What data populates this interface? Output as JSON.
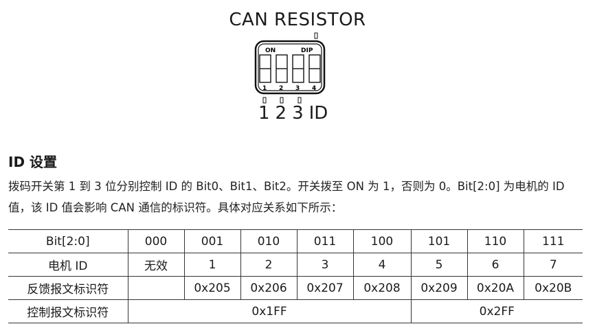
{
  "header": {
    "title": "CAN RESISTOR"
  },
  "dip": {
    "on_label": "ON",
    "dip_label": "DIP",
    "numbers": [
      "1",
      "2",
      "3",
      "4"
    ]
  },
  "switch_labels": [
    "1",
    "2",
    "3",
    "ID"
  ],
  "section": {
    "heading": "ID 设置",
    "paragraph": "拨码开关第 1 到 3 位分别控制 ID 的 Bit0、Bit1、Bit2。开关拨至 ON 为 1，否则为 0。Bit[2:0] 为电机的 ID 值，该 ID 值会影响 CAN 通信的标识符。具体对应关系如下所示："
  },
  "table": {
    "row1": [
      "Bit[2:0]",
      "000",
      "001",
      "010",
      "011",
      "100",
      "101",
      "110",
      "111"
    ],
    "row2": [
      "电机 ID",
      "无效",
      "1",
      "2",
      "3",
      "4",
      "5",
      "6",
      "7"
    ],
    "row3": [
      "反馈报文标识符",
      "",
      "0x205",
      "0x206",
      "0x207",
      "0x208",
      "0x209",
      "0x20A",
      "0x20B"
    ],
    "row4_label": "控制报文标识符",
    "row4_left": "0x1FF",
    "row4_right": "0x2FF"
  }
}
